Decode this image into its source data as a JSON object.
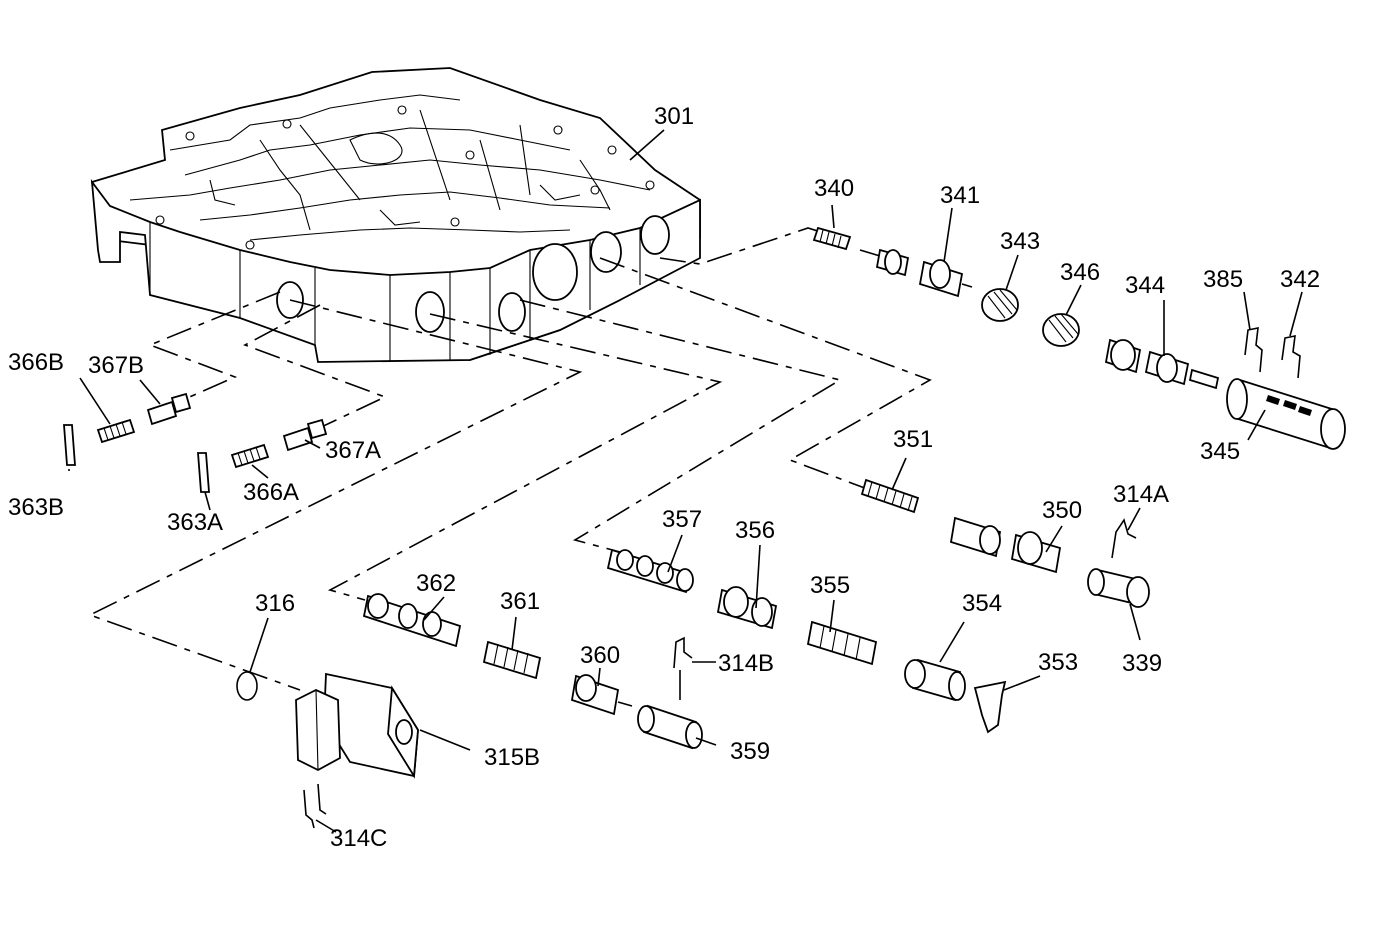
{
  "part_labels": {
    "p301": "301",
    "p340": "340",
    "p341": "341",
    "p343": "343",
    "p346": "346",
    "p344": "344",
    "p385": "385",
    "p342": "342",
    "p345": "345",
    "p366B": "366B",
    "p367B": "367B",
    "p363B": "363B",
    "p367A": "367A",
    "p366A": "366A",
    "p363A": "363A",
    "p351": "351",
    "p350": "350",
    "p314A": "314A",
    "p339": "339",
    "p357": "357",
    "p356": "356",
    "p355": "355",
    "p354": "354",
    "p353": "353",
    "p362": "362",
    "p361": "361",
    "p360": "360",
    "p314B": "314B",
    "p359": "359",
    "p316": "316",
    "p315B": "315B",
    "p314C": "314C"
  }
}
